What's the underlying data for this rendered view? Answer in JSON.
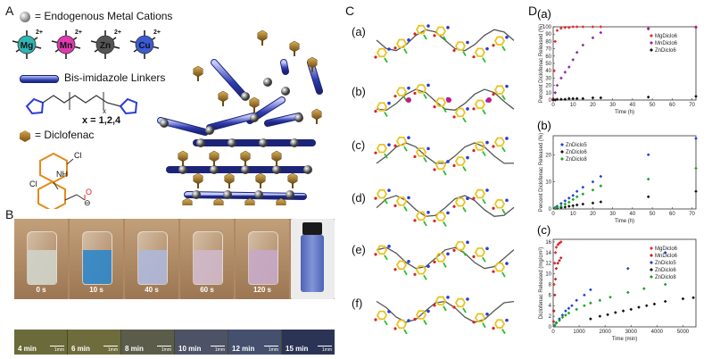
{
  "panels": {
    "A": {
      "letter": "A",
      "legend": [
        {
          "text": "= Endogenous Metal Cations"
        },
        {
          "text": "Bis-imidazole Linkers"
        },
        {
          "text": "x = 1,2,4"
        },
        {
          "text": "= Diclofenac"
        }
      ],
      "cations": [
        {
          "symbol": "Mg",
          "charge": "2+",
          "color": "#2fb5b3"
        },
        {
          "symbol": "Mn",
          "charge": "2+",
          "color": "#e03ab0"
        },
        {
          "symbol": "Zn",
          "charge": "2+",
          "color": "#555555"
        },
        {
          "symbol": "Cu",
          "charge": "2+",
          "color": "#3b5bd6"
        }
      ],
      "molecule_labels": {
        "cl1": "Cl",
        "nh": "NH",
        "cl2": "Cl",
        "o": "O",
        "x": "x",
        "charge": "⊖"
      }
    },
    "B": {
      "letter": "B",
      "vials": [
        "0 s",
        "10 s",
        "40 s",
        "60 s",
        "120 s"
      ],
      "micro": [
        "4 min",
        "6 min",
        "8 min",
        "10 min",
        "12 min",
        "15 min"
      ],
      "scale": "1mm"
    },
    "C": {
      "letter": "C",
      "chains": [
        "(a)",
        "(b)",
        "(c)",
        "(d)",
        "(e)",
        "(f)"
      ]
    },
    "D": {
      "letter": "D",
      "plots": [
        {
          "label": "(a)",
          "ylabel": "Percent Diclofenac Released (%)",
          "xlabel": "Time (h)",
          "yticks": [
            "0",
            "10",
            "20",
            "30",
            "40",
            "50",
            "60",
            "70",
            "80",
            "90",
            "100"
          ],
          "xticks": [
            "0",
            "10",
            "20",
            "30",
            "40",
            "50",
            "60",
            "70"
          ],
          "legend": [
            {
              "name": "MgDiclo6",
              "color": "#e8262a"
            },
            {
              "name": "MnDiclo6",
              "color": "#8c2aa8"
            },
            {
              "name": "ZnDiclo6",
              "color": "#111111"
            }
          ]
        },
        {
          "label": "(b)",
          "ylabel": "Percent Diclofenac Released (%)",
          "xlabel": "Time (h)",
          "yticks": [
            "0",
            "10",
            "20"
          ],
          "xticks": [
            "0",
            "10",
            "20",
            "30",
            "40",
            "50",
            "60",
            "70"
          ],
          "legend": [
            {
              "name": "ZnDiclo5",
              "color": "#1f3fd6"
            },
            {
              "name": "ZnDiclo6",
              "color": "#111111"
            },
            {
              "name": "ZnDiclo8",
              "color": "#18a51d"
            }
          ]
        },
        {
          "label": "(c)",
          "ylabel": "Diclofenac Released (mg/cm²)",
          "xlabel": "Time (min)",
          "yticks": [
            "0",
            "2",
            "4",
            "6",
            "8",
            "10",
            "12",
            "14",
            "16"
          ],
          "xticks": [
            "0",
            "1000",
            "2000",
            "3000",
            "4000",
            "5000"
          ],
          "legend": [
            {
              "name": "MgDiclo6",
              "color": "#e8262a"
            },
            {
              "name": "MnDiclo6",
              "color": "#c0202a"
            },
            {
              "name": "ZnDiclo5",
              "color": "#1f3fd6"
            },
            {
              "name": "ZnDiclo6",
              "color": "#111111"
            },
            {
              "name": "ZnDiclo8",
              "color": "#18a51d"
            }
          ]
        }
      ]
    }
  },
  "chart_data": [
    {
      "type": "scatter",
      "title": "(a)",
      "xlabel": "Time (h)",
      "ylabel": "Percent Diclofenac Released (%)",
      "xlim": [
        0,
        72
      ],
      "ylim": [
        0,
        100
      ],
      "series": [
        {
          "name": "MgDiclo6",
          "points": [
            [
              0,
              2
            ],
            [
              0.5,
              40
            ],
            [
              1,
              80
            ],
            [
              2,
              95
            ],
            [
              4,
              98
            ],
            [
              6,
              99
            ],
            [
              8,
              99
            ],
            [
              10,
              100
            ],
            [
              12,
              100
            ],
            [
              15,
              100
            ],
            [
              20,
              100
            ],
            [
              24,
              100
            ],
            [
              48,
              98
            ],
            [
              72,
              100
            ]
          ]
        },
        {
          "name": "MnDiclo6",
          "points": [
            [
              0,
              1
            ],
            [
              1,
              10
            ],
            [
              2,
              20
            ],
            [
              4,
              30
            ],
            [
              6,
              38
            ],
            [
              8,
              45
            ],
            [
              10,
              55
            ],
            [
              12,
              65
            ],
            [
              15,
              75
            ],
            [
              20,
              85
            ],
            [
              24,
              92
            ],
            [
              48,
              97
            ],
            [
              72,
              99
            ]
          ]
        },
        {
          "name": "ZnDiclo6",
          "points": [
            [
              0,
              0
            ],
            [
              1,
              0
            ],
            [
              2,
              1
            ],
            [
              4,
              1
            ],
            [
              6,
              1
            ],
            [
              8,
              2
            ],
            [
              10,
              2
            ],
            [
              12,
              2
            ],
            [
              15,
              2
            ],
            [
              20,
              3
            ],
            [
              24,
              3
            ],
            [
              48,
              4
            ],
            [
              72,
              5
            ]
          ]
        }
      ]
    },
    {
      "type": "scatter",
      "title": "(b)",
      "xlabel": "Time (h)",
      "ylabel": "Percent Diclofenac Released (%)",
      "xlim": [
        0,
        72
      ],
      "ylim": [
        0,
        27
      ],
      "series": [
        {
          "name": "ZnDiclo5",
          "points": [
            [
              1,
              0.5
            ],
            [
              2,
              1
            ],
            [
              4,
              2
            ],
            [
              6,
              3
            ],
            [
              8,
              4
            ],
            [
              10,
              5
            ],
            [
              12,
              6.5
            ],
            [
              15,
              8
            ],
            [
              20,
              10
            ],
            [
              24,
              12
            ],
            [
              48,
              20
            ],
            [
              72,
              26
            ]
          ]
        },
        {
          "name": "ZnDiclo6",
          "points": [
            [
              1,
              0.2
            ],
            [
              2,
              0.3
            ],
            [
              4,
              0.5
            ],
            [
              6,
              0.7
            ],
            [
              8,
              1
            ],
            [
              10,
              1.2
            ],
            [
              12,
              1.5
            ],
            [
              15,
              1.8
            ],
            [
              20,
              2.2
            ],
            [
              24,
              2.6
            ],
            [
              48,
              4.5
            ],
            [
              72,
              6.5
            ]
          ]
        },
        {
          "name": "ZnDiclo8",
          "points": [
            [
              1,
              0.3
            ],
            [
              2,
              0.6
            ],
            [
              4,
              1
            ],
            [
              6,
              1.8
            ],
            [
              8,
              2.5
            ],
            [
              10,
              3.5
            ],
            [
              12,
              4.5
            ],
            [
              15,
              5.5
            ],
            [
              20,
              7
            ],
            [
              24,
              8.5
            ],
            [
              48,
              11
            ],
            [
              72,
              15
            ]
          ]
        }
      ]
    },
    {
      "type": "scatter",
      "title": "(c)",
      "xlabel": "Time (min)",
      "ylabel": "Diclofenac Released (mg/cm²)",
      "xlim": [
        0,
        5500
      ],
      "ylim": [
        0,
        16.5
      ],
      "series": [
        {
          "name": "MgDiclo6",
          "points": [
            [
              15,
              3
            ],
            [
              30,
              8
            ],
            [
              60,
              12
            ],
            [
              90,
              14
            ],
            [
              120,
              15
            ],
            [
              180,
              15.5
            ],
            [
              240,
              15.8
            ],
            [
              300,
              16
            ]
          ]
        },
        {
          "name": "MnDiclo6",
          "points": [
            [
              15,
              1
            ],
            [
              30,
              3
            ],
            [
              60,
              6
            ],
            [
              90,
              9
            ],
            [
              120,
              11
            ],
            [
              180,
              12
            ],
            [
              240,
              12.5
            ],
            [
              300,
              13
            ]
          ]
        },
        {
          "name": "ZnDiclo5",
          "points": [
            [
              60,
              0.3
            ],
            [
              120,
              0.8
            ],
            [
              240,
              1.5
            ],
            [
              360,
              2.2
            ],
            [
              480,
              3
            ],
            [
              600,
              3.5
            ],
            [
              720,
              4
            ],
            [
              900,
              5
            ],
            [
              1200,
              6
            ],
            [
              1440,
              7
            ],
            [
              2880,
              11
            ],
            [
              4320,
              14
            ]
          ]
        },
        {
          "name": "ZnDiclo6",
          "points": [
            [
              1440,
              1.5
            ],
            [
              1800,
              2
            ],
            [
              2100,
              2.3
            ],
            [
              2400,
              2.7
            ],
            [
              2700,
              3
            ],
            [
              3000,
              3.3
            ],
            [
              3300,
              3.7
            ],
            [
              3600,
              4
            ],
            [
              3900,
              4.3
            ],
            [
              4320,
              4.8
            ],
            [
              5000,
              5.3
            ],
            [
              5400,
              5.5
            ]
          ]
        },
        {
          "name": "ZnDiclo8",
          "points": [
            [
              60,
              0.3
            ],
            [
              120,
              0.7
            ],
            [
              240,
              1.2
            ],
            [
              360,
              1.8
            ],
            [
              480,
              2.2
            ],
            [
              600,
              2.6
            ],
            [
              900,
              3.3
            ],
            [
              1200,
              4
            ],
            [
              1440,
              4.5
            ],
            [
              1800,
              5
            ],
            [
              2200,
              5.6
            ],
            [
              2880,
              6.5
            ],
            [
              3500,
              7.2
            ],
            [
              4320,
              8
            ]
          ]
        }
      ]
    }
  ]
}
